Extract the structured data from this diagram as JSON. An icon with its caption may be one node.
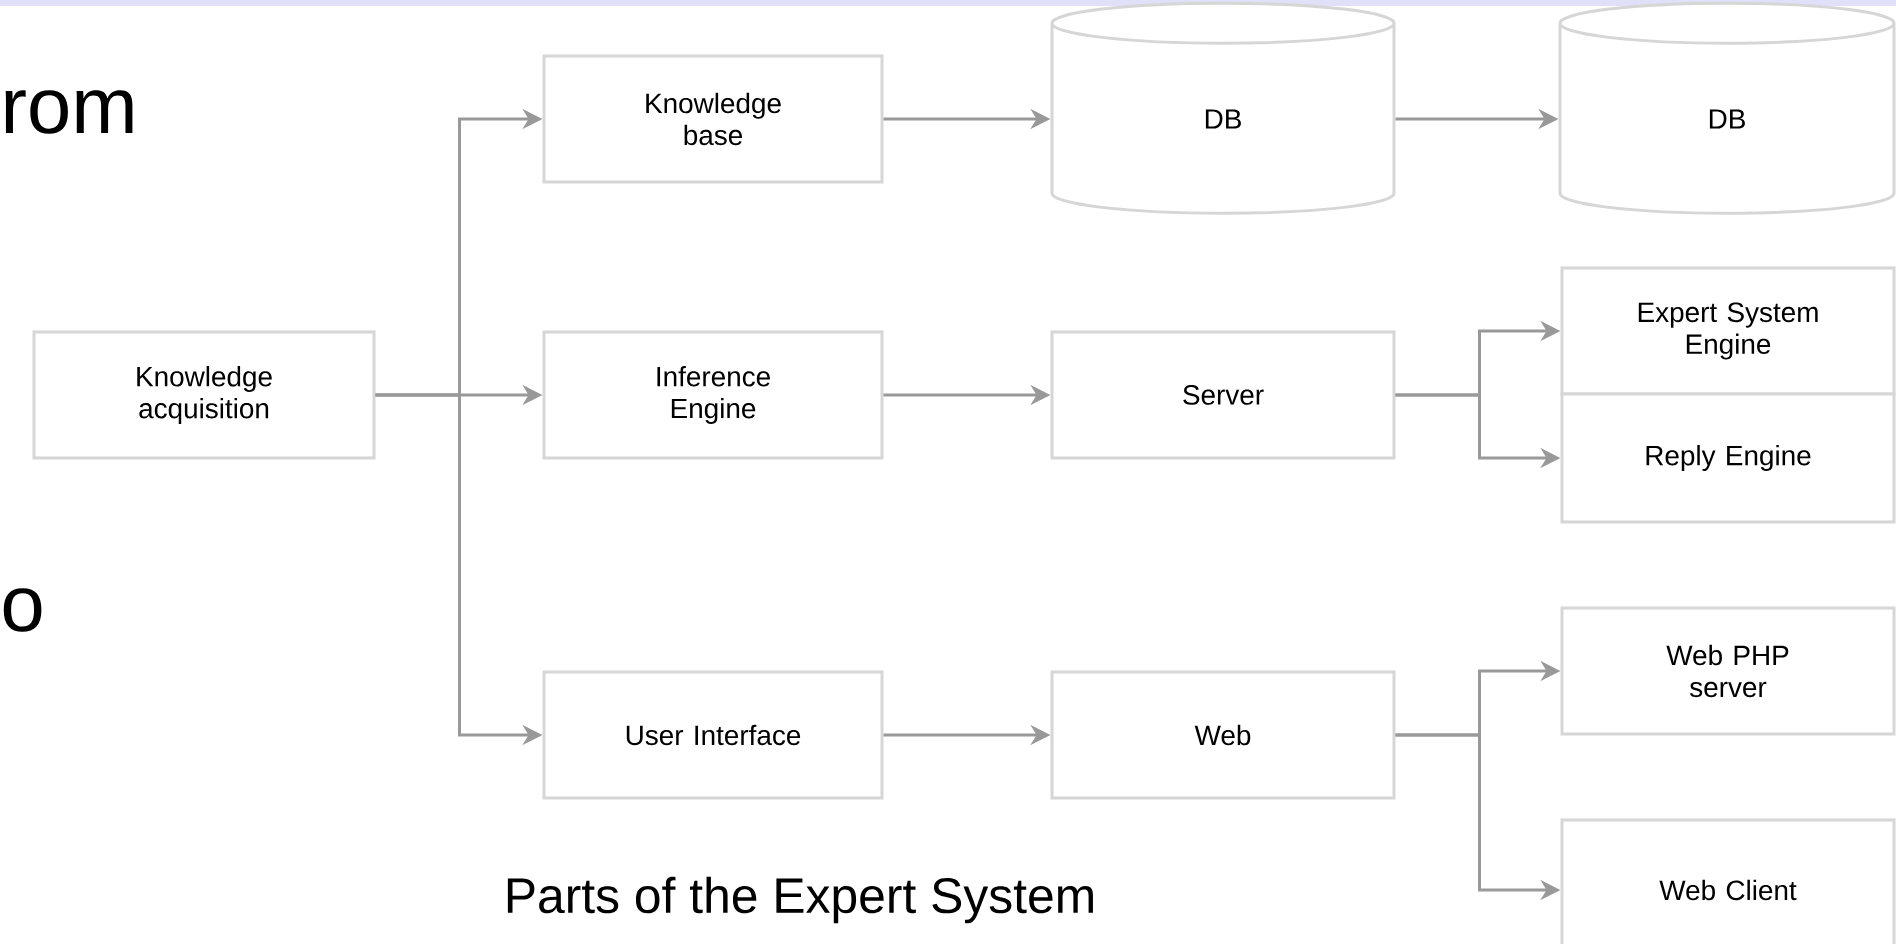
{
  "diagram": {
    "caption": "Parts of the Expert System",
    "nodes": [
      {
        "text": [
          "Knowledge acquisition"
        ]
      },
      {
        "text": [
          "Knowledge base"
        ]
      },
      {
        "text": [
          "Inference Engine"
        ]
      },
      {
        "text": [
          "User Interface"
        ]
      },
      {
        "text": [
          "DB"
        ]
      },
      {
        "text": [
          "DB"
        ]
      },
      {
        "text": [
          "Server"
        ]
      },
      {
        "text": [
          "Expert System Engine"
        ]
      },
      {
        "text": [
          "Reply Engine"
        ]
      },
      {
        "text": [
          "Web"
        ]
      },
      {
        "text": [
          "Web PHP server"
        ]
      },
      {
        "text": [
          "Web Client"
        ]
      }
    ],
    "edges": [
      {
        "from": 0,
        "to": 1,
        "arrow": "to"
      },
      {
        "from": 0,
        "to": 2,
        "arrow": "to"
      },
      {
        "from": 0,
        "to": 3,
        "arrow": "to"
      },
      {
        "from": 1,
        "to": 4,
        "arrow": "to"
      },
      {
        "from": 4,
        "to": 5,
        "arrow": "to"
      },
      {
        "from": 2,
        "to": 6,
        "arrow": "to"
      },
      {
        "from": 6,
        "to": 7,
        "arrow": "to"
      },
      {
        "from": 6,
        "to": 8,
        "arrow": "to"
      },
      {
        "from": 3,
        "to": 9,
        "arrow": "to"
      },
      {
        "from": 9,
        "to": 10,
        "arrow": "to"
      },
      {
        "from": 9,
        "to": 11,
        "arrow": "to"
      }
    ],
    "labels": [
      "rom",
      "o"
    ]
  }
}
